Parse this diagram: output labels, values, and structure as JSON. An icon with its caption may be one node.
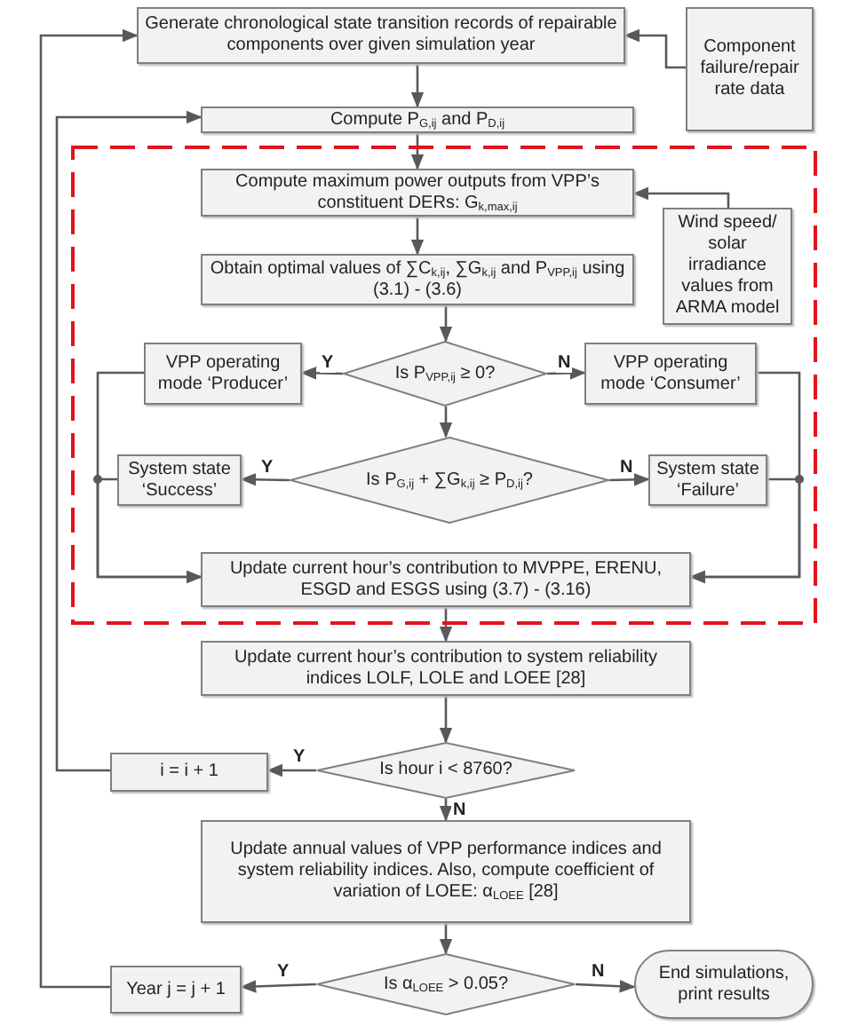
{
  "diagram": {
    "nodes": [
      {
        "text": [
          "Generate chronological state transition records of repairable components over given simulation year"
        ]
      },
      {
        "text": [
          "Component failure/repair rate data"
        ]
      },
      {
        "text": [
          "Compute P$_{G,ij}$ and P$_{D,ij}$"
        ]
      },
      {
        "text": [],
        "shape": "box"
      },
      {
        "text": [
          "Compute maximum power outputs from VPP’s constituent DERs: G$_{k,max,ij}$"
        ],
        "in": 3
      },
      {
        "text": [
          "Wind speed/ solar irradiance values from ARMA model"
        ],
        "in": 3
      },
      {
        "text": [
          "Obtain optimal values of ∑C$_{k,ij}$, ∑G$_{k,ij}$ and P$_{VPP,ij}$ using (3.1) - (3.6)"
        ],
        "in": 3
      },
      {
        "text": [
          "Is P$_{VPP,ij}$ ≥ 0?"
        ],
        "in": 3
      },
      {
        "text": [
          "VPP operating mode ‘Producer’"
        ],
        "in": 3
      },
      {
        "text": [
          "VPP operating mode ‘Consumer’"
        ],
        "in": 3
      },
      {
        "text": [
          "Is P$_{G,ij}$ + ∑G$_{k,ij}$ ≥ P$_{D,ij}$?"
        ],
        "in": 3
      },
      {
        "text": [
          "System state ‘Success’"
        ],
        "in": 3
      },
      {
        "text": [
          "System state ‘Failure’"
        ],
        "in": 3
      },
      {
        "text": [
          "Update current hour’s contribution to MVPPE, ERENU, ESGD and ESGS using (3.7) - (3.16)"
        ],
        "in": 3
      },
      {
        "text": [
          "Update current hour’s contribution to system reliability indices LOLF, LOLE and LOEE [28]"
        ]
      },
      {
        "text": [
          "Is hour i < 8760?"
        ]
      },
      {
        "text": [
          "i = i + 1"
        ]
      },
      {
        "text": [
          "Update annual values of VPP performance indices and system reliability indices. Also, compute coefficient of variation of LOEE: α$_{LOEE}$ [28]"
        ]
      },
      {
        "text": [
          "Is α$_{LOEE}$ > 0.05?"
        ]
      },
      {
        "text": [
          "Year j = j + 1"
        ]
      },
      {
        "text": [
          "End simulations, print results"
        ]
      }
    ],
    "edges": [
      {
        "from": 0,
        "to": 2,
        "arrow": "to"
      },
      {
        "from": 1,
        "to": 0,
        "arrow": "to"
      },
      {
        "from": 2,
        "to": 4,
        "arrow": "to"
      },
      {
        "from": 5,
        "to": 4,
        "arrow": "to"
      },
      {
        "from": 4,
        "to": 6,
        "arrow": "to"
      },
      {
        "from": 6,
        "to": 7,
        "arrow": "to"
      },
      {
        "from": 7,
        "to": 8,
        "arrow": "to",
        "label": "Y"
      },
      {
        "from": 7,
        "to": 9,
        "arrow": "to",
        "label": "N"
      },
      {
        "from": 7,
        "to": 10,
        "arrow": "to"
      },
      {
        "from": 10,
        "to": 11,
        "arrow": "to",
        "label": "Y"
      },
      {
        "from": 10,
        "to": 12,
        "arrow": "to",
        "label": "N"
      },
      {
        "from": 8,
        "to": 13,
        "arrow": "to"
      },
      {
        "from": 11,
        "to": 13,
        "arrow": "to"
      },
      {
        "from": 9,
        "to": 13,
        "arrow": "to"
      },
      {
        "from": 12,
        "to": 13,
        "arrow": "to"
      },
      {
        "from": 13,
        "to": 14,
        "arrow": "to"
      },
      {
        "from": 14,
        "to": 15,
        "arrow": "to"
      },
      {
        "from": 15,
        "to": 16,
        "arrow": "to",
        "label": "Y"
      },
      {
        "from": 16,
        "to": 2,
        "arrow": "to"
      },
      {
        "from": 15,
        "to": 17,
        "arrow": "to",
        "label": "N"
      },
      {
        "from": 17,
        "to": 18,
        "arrow": "to"
      },
      {
        "from": 18,
        "to": 19,
        "arrow": "to",
        "label": "Y"
      },
      {
        "from": 18,
        "to": 20,
        "arrow": "to",
        "label": "N"
      },
      {
        "from": 19,
        "to": 0,
        "arrow": "to"
      }
    ]
  }
}
